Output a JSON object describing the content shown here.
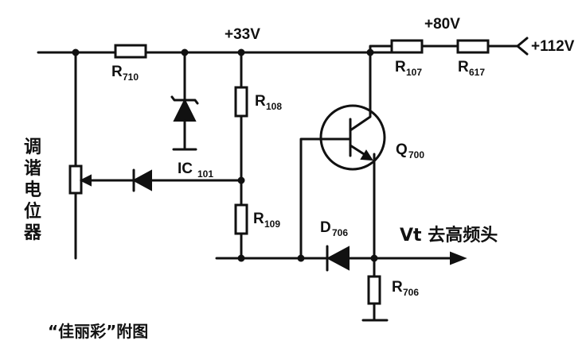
{
  "voltages": {
    "v33": "+33V",
    "v80": "+80V",
    "v112": "+112V"
  },
  "components": {
    "r710": {
      "main": "R",
      "sub": "710"
    },
    "r108": {
      "main": "R",
      "sub": "108"
    },
    "r109": {
      "main": "R",
      "sub": "109"
    },
    "r107": {
      "main": "R",
      "sub": "107"
    },
    "r617": {
      "main": "R",
      "sub": "617"
    },
    "r706": {
      "main": "R",
      "sub": "706"
    },
    "ic101": {
      "main": "IC",
      "sub": "101"
    },
    "q700": {
      "main": "Q",
      "sub": "700"
    },
    "d706": {
      "main": "D",
      "sub": "706"
    }
  },
  "labels": {
    "pot_chars": [
      "调",
      "谐",
      "电",
      "位",
      "器"
    ],
    "vt_output": "Vt 去高频头",
    "caption": "“佳丽彩”附图"
  }
}
